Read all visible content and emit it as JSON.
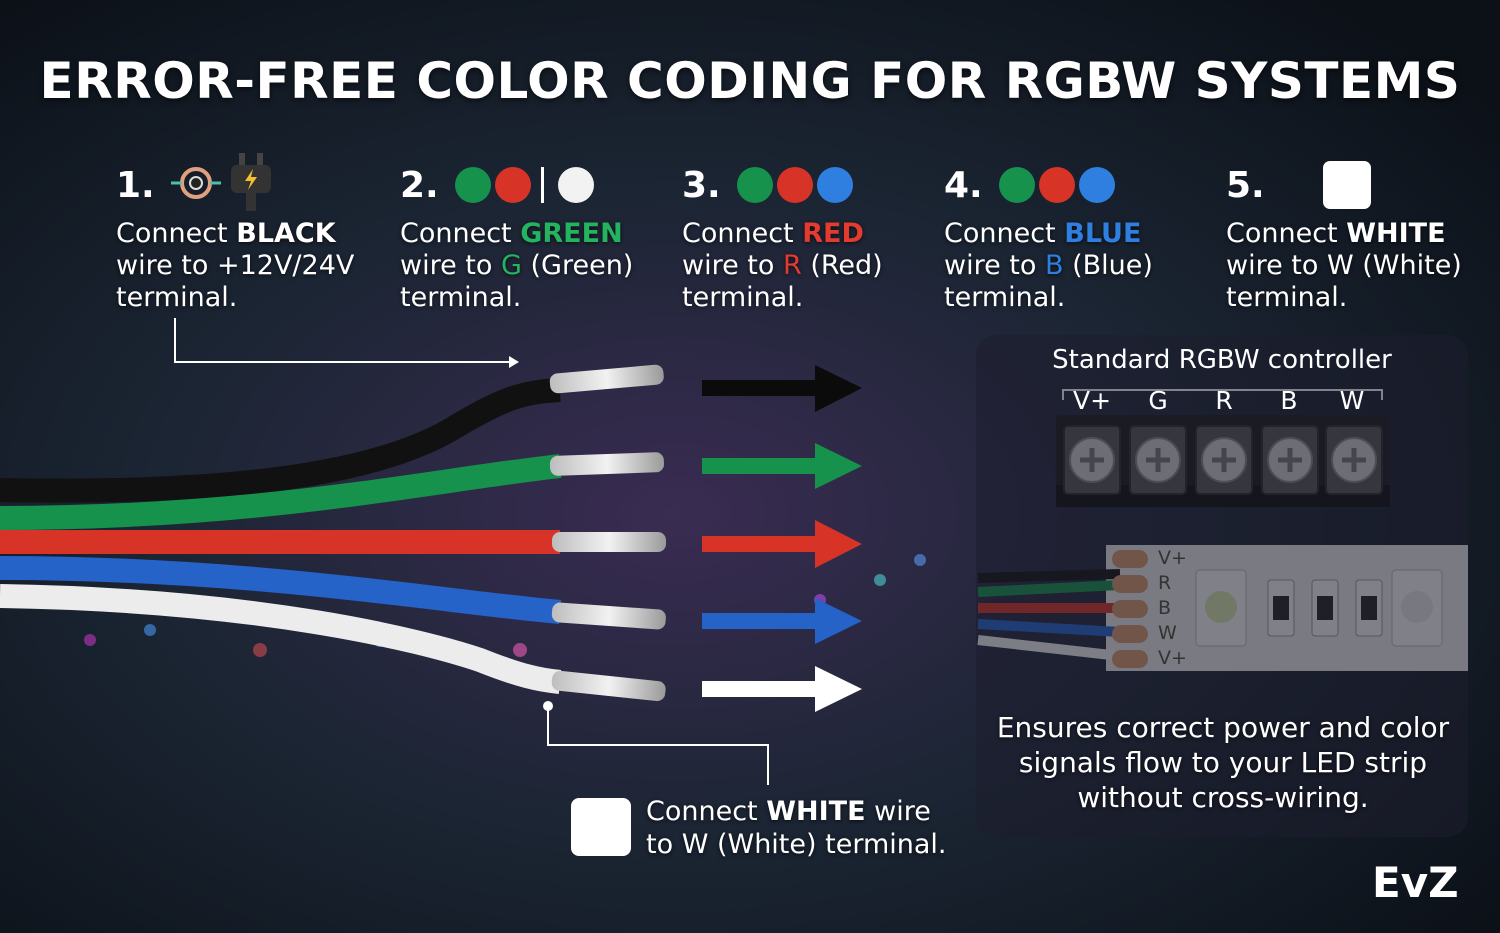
{
  "title": "ERROR-FREE COLOR CODING FOR RGBW SYSTEMS",
  "colors": {
    "black": "#111111",
    "green": "#16924d",
    "red": "#d73327",
    "blue": "#2563c9",
    "white": "#f2f2f2"
  },
  "steps": [
    {
      "num": "1.",
      "icons": [
        "cable-icon",
        "plug-icon"
      ],
      "line1_pre": "Connect ",
      "line1_em": "BLACK",
      "line2_pre": "wire to ",
      "line2_em": "+12V/24V",
      "line2_post": "",
      "line3": "terminal."
    },
    {
      "num": "2.",
      "line1_pre": "Connect ",
      "line1_em": "GREEN",
      "line2_pre": "wire to ",
      "line2_em": "G",
      "line2_post": " (Green)",
      "line3": "terminal."
    },
    {
      "num": "3.",
      "line1_pre": "Connect ",
      "line1_em": "RED",
      "line2_pre": "wire to ",
      "line2_em": "R",
      "line2_post": " (Red)",
      "line3": "terminal."
    },
    {
      "num": "4.",
      "line1_pre": "Connect ",
      "line1_em": "BLUE",
      "line2_pre": "wire to ",
      "line2_em": "B",
      "line2_post": " (Blue)",
      "line3": "terminal."
    },
    {
      "num": "5.",
      "line1_pre": "Connect ",
      "line1_em": "WHITE",
      "line2_pre": "wire to ",
      "line2_em": "W",
      "line2_post": " (White)",
      "line3": "terminal."
    }
  ],
  "controller": {
    "label": "Standard RGBW controller",
    "terminals": [
      "V+",
      "G",
      "R",
      "B",
      "W"
    ]
  },
  "strip_pads": [
    "V+",
    "R",
    "B",
    "W",
    "V+"
  ],
  "summary": "Ensures correct power and color signals flow to your LED strip without cross-wiring.",
  "callout": {
    "line1_pre": "Connect ",
    "line1_em": "WHITE",
    "line1_post": " wire",
    "line2": "to W (White) terminal."
  },
  "brand": "EvZ"
}
